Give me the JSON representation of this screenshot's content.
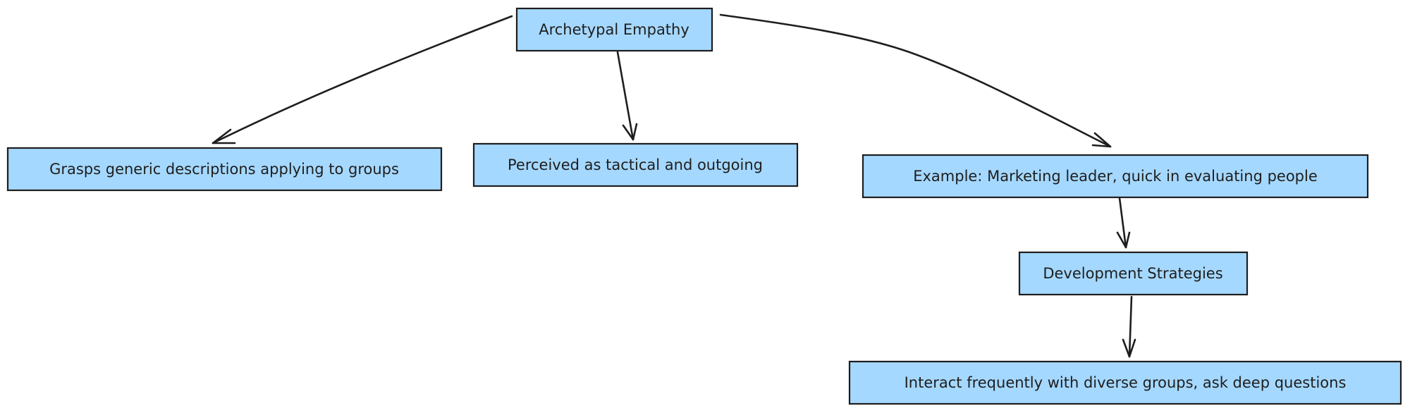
{
  "diagram": {
    "nodes": {
      "root": {
        "label": "Archetypal Empathy"
      },
      "generic": {
        "label": "Grasps generic descriptions applying to groups"
      },
      "tactical": {
        "label": "Perceived as tactical and outgoing"
      },
      "example": {
        "label": "Example: Marketing leader, quick in evaluating people"
      },
      "strategies": {
        "label": "Development Strategies"
      },
      "interact": {
        "label": "Interact frequently with diverse groups, ask deep questions"
      }
    },
    "colors": {
      "node_fill": "#a5d8ff",
      "stroke": "#1e1e1e",
      "background": "#ffffff"
    }
  }
}
